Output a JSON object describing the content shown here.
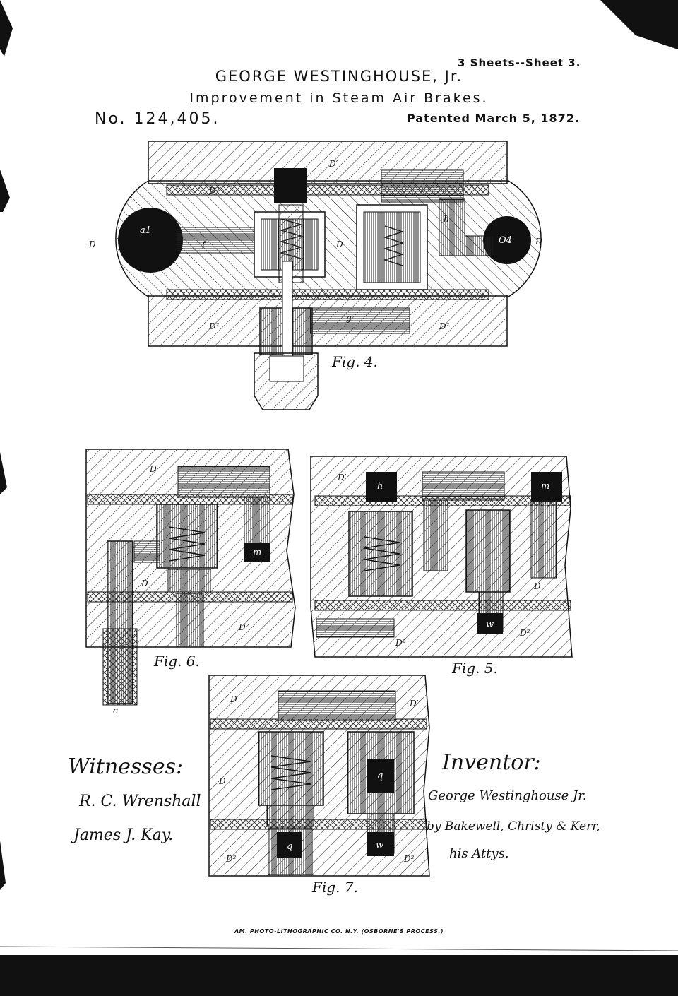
{
  "header": {
    "sheet": "3 Sheets--Sheet 3.",
    "inventor": "GEORGE WESTINGHOUSE, Jr.",
    "title": "Improvement in Steam Air Brakes.",
    "patent_number": "No. 124,405.",
    "patent_date": "Patented March 5, 1872."
  },
  "figures": {
    "fig4": {
      "label": "Fig. 4.",
      "port_a1": "a1",
      "port_o4": "O4"
    },
    "fig5": {
      "label": "Fig. 5."
    },
    "fig6": {
      "label": "Fig. 6."
    },
    "fig7": {
      "label": "Fig. 7."
    }
  },
  "witnesses": {
    "heading": "Witnesses:",
    "names": [
      "R. C. Wrenshall",
      "James J. Kay."
    ]
  },
  "inventor_block": {
    "heading": "Inventor:",
    "lines": [
      "George Westinghouse Jr.",
      "by Bakewell, Christy & Kerr,",
      "his Attys."
    ]
  },
  "footer": "AM. PHOTO-LITHOGRAPHIC CO. N.Y. (OSBORNE'S PROCESS.)",
  "colors": {
    "ink": "#111111",
    "paper": "#ffffff"
  }
}
